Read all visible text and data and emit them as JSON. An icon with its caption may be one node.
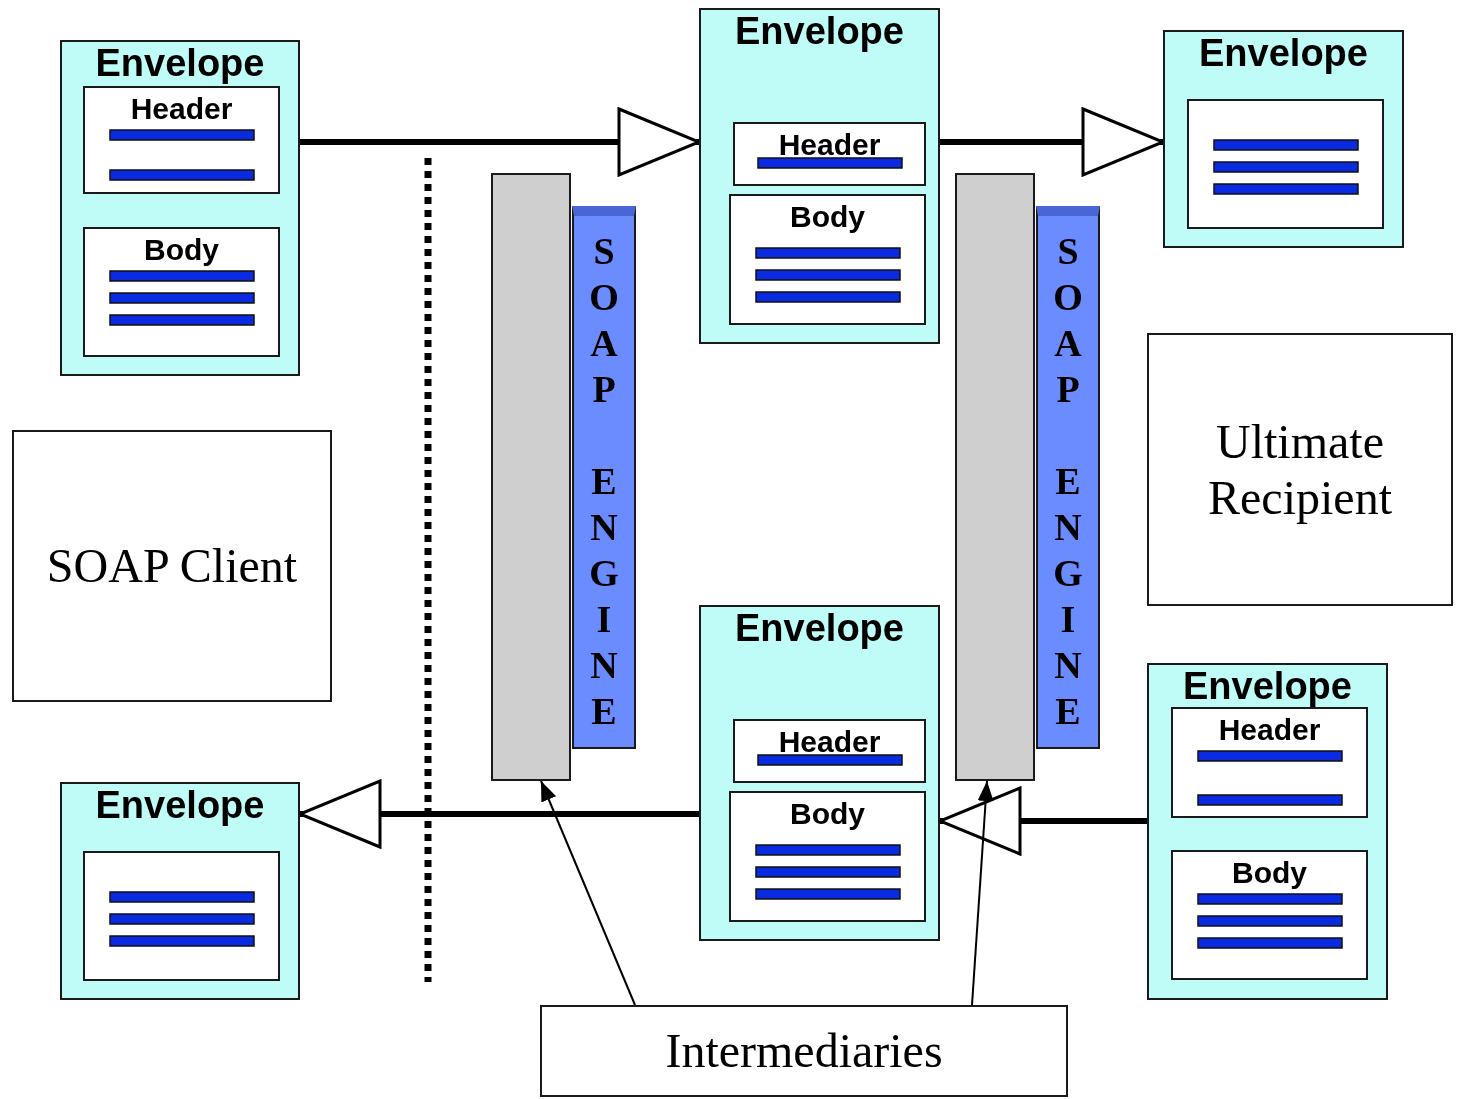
{
  "diagram": {
    "nodes": [
      {
        "text": [
          "Envelope"
        ]
      },
      {
        "text": [
          "Header"
        ],
        "in": 0
      },
      {
        "text": [
          "Body"
        ],
        "in": 0
      },
      {
        "text": [
          "SOAP Client"
        ]
      },
      {
        "text": [
          "Envelope"
        ]
      },
      {
        "text": [],
        "shape": "box",
        "in": 4
      },
      {
        "text": [],
        "shape": "bar"
      },
      {
        "text": [
          "SOAP ENGINE"
        ]
      },
      {
        "text": [
          "Envelope"
        ]
      },
      {
        "text": [
          "Header"
        ],
        "in": 8
      },
      {
        "text": [
          "Body"
        ],
        "in": 8
      },
      {
        "text": [
          "Envelope"
        ]
      },
      {
        "text": [
          "Header"
        ],
        "in": 11
      },
      {
        "text": [
          "Body"
        ],
        "in": 11
      },
      {
        "text": [],
        "shape": "bar"
      },
      {
        "text": [
          "SOAP ENGINE"
        ]
      },
      {
        "text": [
          "Envelope"
        ]
      },
      {
        "text": [],
        "shape": "box",
        "in": 16
      },
      {
        "text": [
          "Ultimate Recipient"
        ]
      },
      {
        "text": [
          "Envelope"
        ]
      },
      {
        "text": [
          "Header"
        ],
        "in": 19
      },
      {
        "text": [
          "Body"
        ],
        "in": 19
      },
      {
        "text": [
          "Intermediaries"
        ]
      }
    ],
    "edges": [
      {
        "from": 0,
        "to": 8,
        "arrow": "to"
      },
      {
        "from": 8,
        "to": 16,
        "arrow": "to"
      },
      {
        "from": 19,
        "to": 11,
        "arrow": "to"
      },
      {
        "from": 11,
        "to": 4,
        "arrow": "to"
      },
      {
        "from": 22,
        "to": 6,
        "arrow": "to"
      },
      {
        "from": 22,
        "to": 14,
        "arrow": "to"
      }
    ]
  }
}
